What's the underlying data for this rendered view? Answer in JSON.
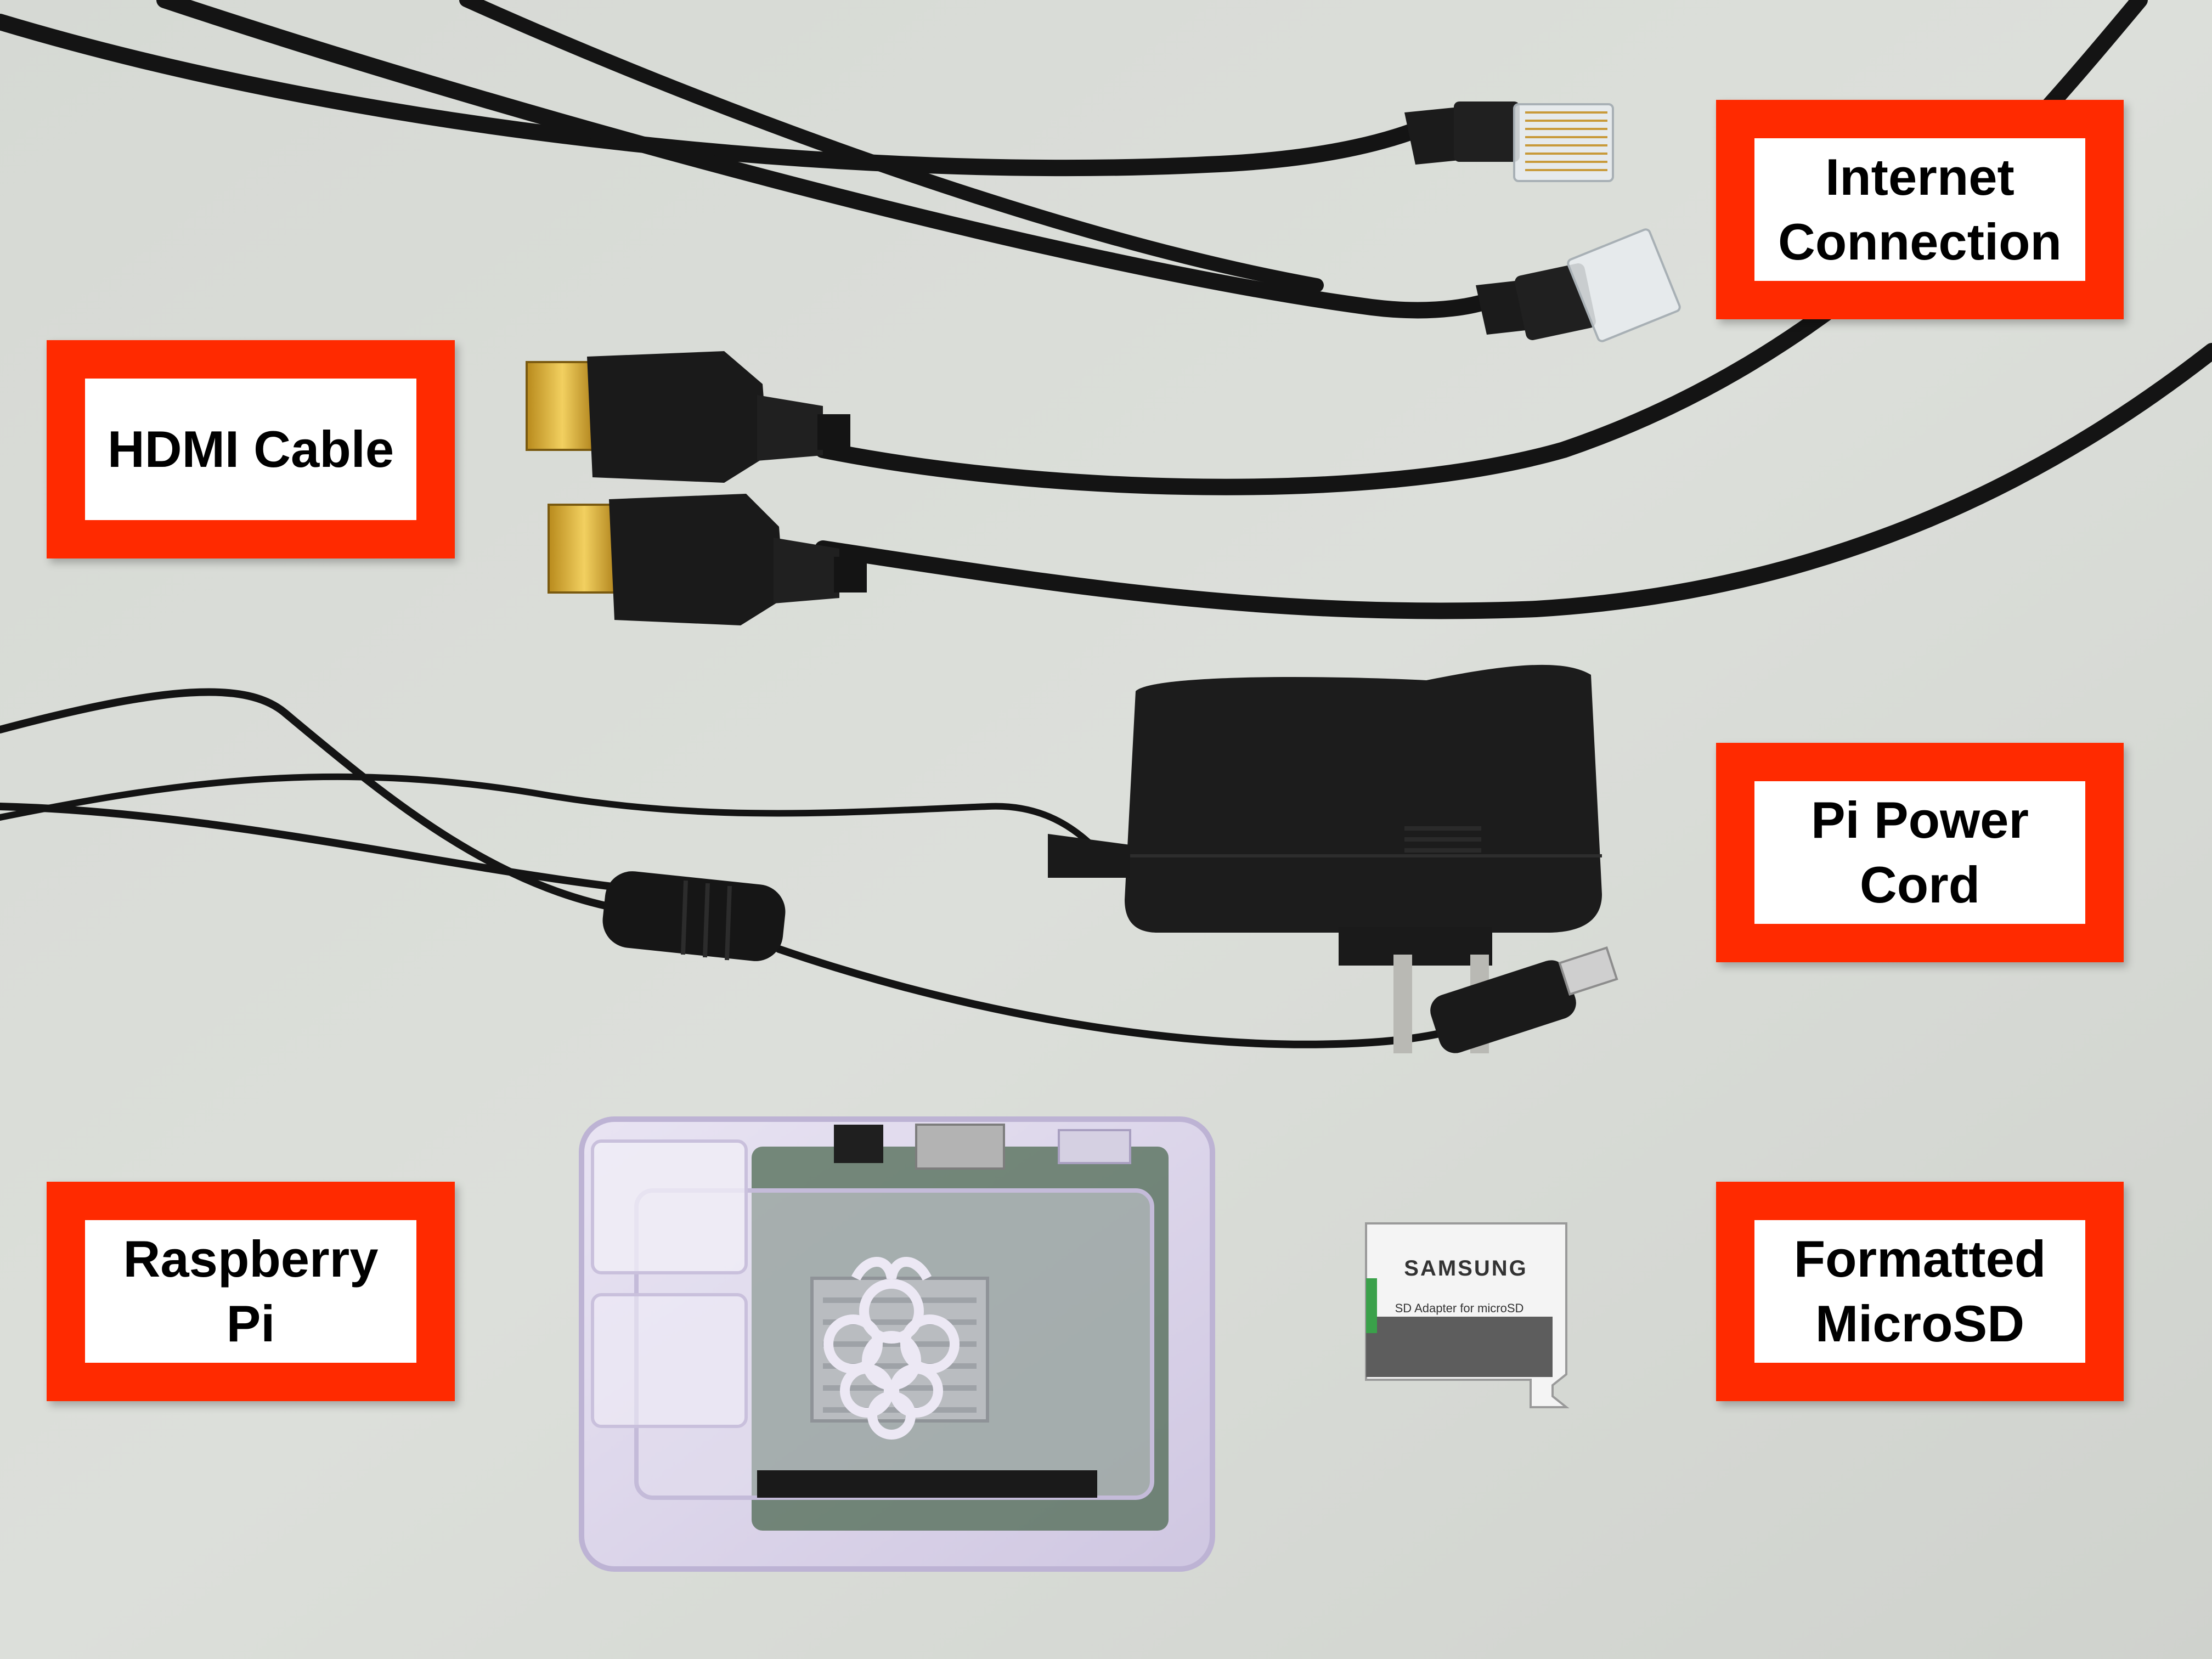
{
  "labels": {
    "internet": {
      "line1": "Internet",
      "line2": "Connection"
    },
    "hdmi": {
      "line1": "HDMI Cable"
    },
    "power": {
      "line1": "Pi Power",
      "line2": "Cord"
    },
    "pi": {
      "line1": "Raspberry",
      "line2": "Pi"
    },
    "sd": {
      "line1": "Formatted",
      "line2": "MicroSD"
    }
  },
  "sd_card": {
    "brand": "SAMSUNG",
    "caption": "SD Adapter for microSD"
  },
  "colors": {
    "label_border": "#ff2a00",
    "label_fill": "#ffffff",
    "background": "#d9dcd7",
    "cable": "#141414"
  }
}
